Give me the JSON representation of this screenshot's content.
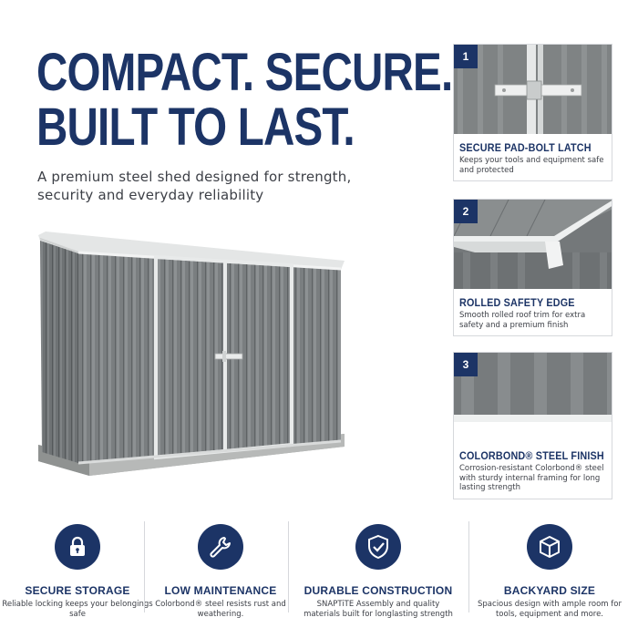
{
  "headline": {
    "line1": "COMPACT. SECURE.",
    "line2": "BUILT TO LAST."
  },
  "subheadline": "A premium steel shed designed for strength, security and everyday reliability",
  "cards": [
    {
      "number": "1",
      "title": "SECURE PAD-BOLT LATCH",
      "description": "Keeps your tools and equipment safe and protected"
    },
    {
      "number": "2",
      "title": "ROLLED SAFETY EDGE",
      "description": "Smooth rolled roof trim for extra safety and a premium finish"
    },
    {
      "number": "3",
      "title": "COLORBOND® STEEL FINISH",
      "description": "Corrosion-resistant Colorbond® steel with sturdy internal framing for long lasting strength"
    }
  ],
  "features": [
    {
      "icon": "padlock-icon",
      "title": "SECURE STORAGE",
      "description": "Reliable locking keeps your belongings safe"
    },
    {
      "icon": "wrench-icon",
      "title": "LOW MAINTENANCE",
      "description": "Colorbond® steel resists rust and weathering."
    },
    {
      "icon": "shield-check-icon",
      "title": "DURABLE CONSTRUCTION",
      "description": "SNAPTiTE Assembly and quality materials built for longlasting strength"
    },
    {
      "icon": "cube-icon",
      "title": "BACKYARD SIZE",
      "description": "Spacious design with ample room for tools, equipment and more."
    }
  ],
  "colors": {
    "navy": "#1c3466",
    "steel_grey": "#7d8182",
    "text_grey": "#3c3f46"
  }
}
